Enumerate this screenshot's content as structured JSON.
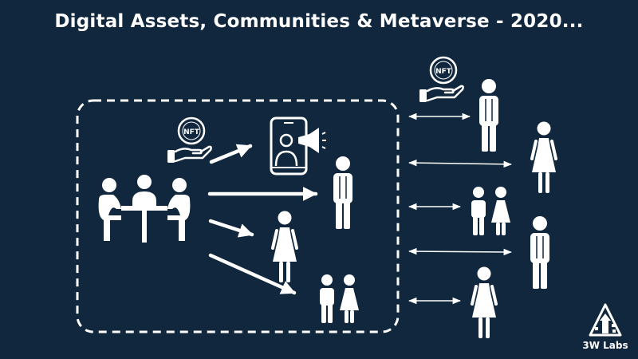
{
  "title": "Digital Assets, Communities & Metaverse - 2020...",
  "nft_label": "NFT",
  "brand": "3W Labs",
  "colors": {
    "background": "#10273d",
    "foreground": "#ffffff"
  },
  "icons": {
    "meeting": "team-meeting-icon",
    "nft": "nft-coin-hand-icon",
    "influencer": "phone-megaphone-influencer-icon",
    "man": "man-icon",
    "woman": "woman-icon",
    "children": "boy-girl-icon",
    "logo": "3w-labs-logo-icon"
  }
}
